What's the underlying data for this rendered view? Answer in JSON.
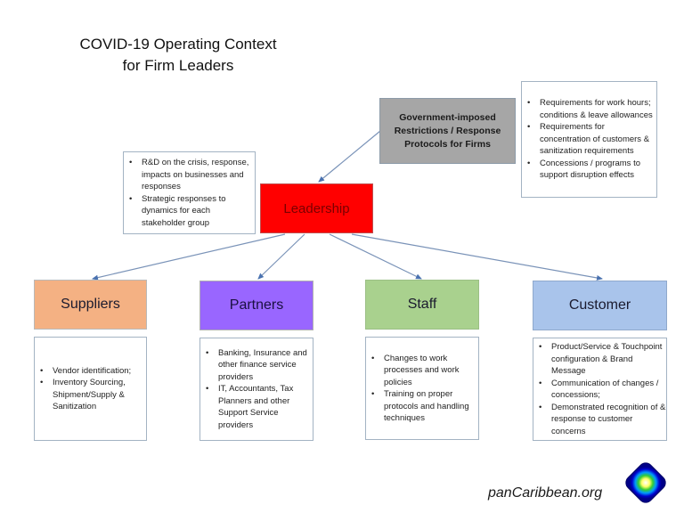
{
  "title": {
    "line1": "COVID-19 Operating Context",
    "line2": "for Firm Leaders"
  },
  "government": {
    "label_line1": "Government-imposed",
    "label_line2": "Restrictions / Response",
    "label_line3": "Protocols for Firms",
    "color": "#a6a6a6",
    "notes": [
      "Requirements for work hours; conditions & leave allowances",
      "Requirements for concentration of customers & sanitization requirements",
      "Concessions  / programs to support disruption effects"
    ]
  },
  "leadership": {
    "label": "Leadership",
    "color": "#ff0000",
    "notes": [
      "R&D on the crisis, response, impacts on businesses  and responses",
      "Strategic responses  to dynamics for each stakeholder group"
    ]
  },
  "stakeholders": [
    {
      "label": "Suppliers",
      "color": "#f4b183",
      "notes": [
        "Vendor identification;",
        "Inventory Sourcing, Shipment/Supply  & Sanitization"
      ]
    },
    {
      "label": "Partners",
      "color": "#9966ff",
      "notes": [
        "Banking, Insurance and other finance service providers",
        "IT, Accountants, Tax Planners and other Support Service providers"
      ]
    },
    {
      "label": "Staff",
      "color": "#a9d18e",
      "notes": [
        "Changes to work processes and work policies",
        "Training on proper protocols and handling techniques"
      ]
    },
    {
      "label": "Customer",
      "color": "#a9c4eb",
      "notes": [
        "Product/Service & Touchpoint configuration & Brand Message",
        "Communication of changes / concessions;",
        "Demonstrated recognition of & response to customer concerns"
      ]
    }
  ],
  "footer": {
    "brand": "panCaribbean.org",
    "logo_icon": "pancaribbean-logo-icon"
  },
  "colors": {
    "connector": "#5b7fb5"
  }
}
